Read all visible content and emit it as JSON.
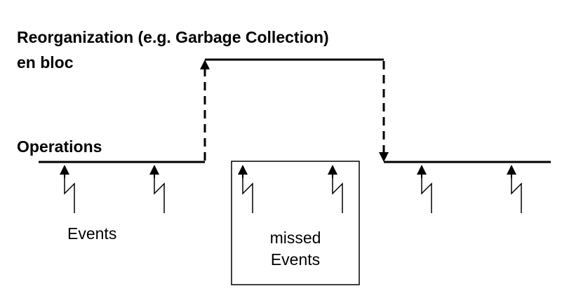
{
  "labels": {
    "reorg_line1": "Reorganization  (e.g. Garbage Collection)",
    "reorg_line2": "en bloc",
    "operations": "Operations",
    "events": "Events",
    "missed_line1": "missed",
    "missed_line2": "Events"
  },
  "colors": {
    "ink": "#000000",
    "background": "#ffffff"
  },
  "icons": {
    "event_marker": "lightning-bolt-with-up-arrow"
  }
}
